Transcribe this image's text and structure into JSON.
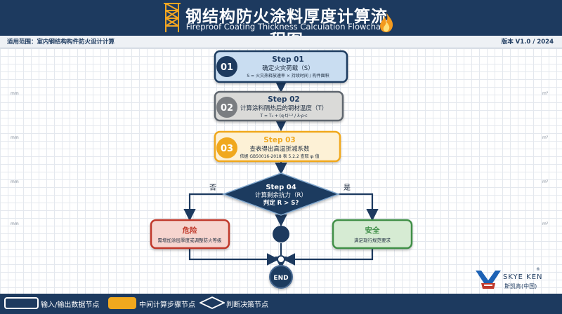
{
  "header": {
    "title_cn": "钢结构防火涂料厚度计算流程图",
    "title_en": "Fireproof Coating Thickness Calculation Flowchart",
    "scope": "适用范围：室内钢结构构件防火设计计算",
    "version": "版本 V1.0 / 2024"
  },
  "flow": {
    "step1": {
      "num": "01",
      "title": "Step 01",
      "subtitle": "确定火灾荷载（S）",
      "formula": "S = 火灾热释放速率 × 持续时间 / 构件面积"
    },
    "step2": {
      "num": "02",
      "title": "Step 02",
      "subtitle": "计算涂料隔热后的钢材温度（T）",
      "formula": "T = T₀ + (q·t)¹·² / λ·ρ·c"
    },
    "step3": {
      "num": "03",
      "title": "Step 03",
      "subtitle": "查表得出高温折减系数",
      "formula": "依据 GB50016-2018 表 5.2.2 查取 φᵢ 值"
    },
    "step4": {
      "title": "Step 04",
      "line1": "计算剩余抗力（R）",
      "line2": "判定 R > S?"
    },
    "branch_no": "否",
    "branch_yes": "是",
    "danger": {
      "title": "危险",
      "text": "需增加涂层厚度或调整防火等级"
    },
    "safe": {
      "title": "安全",
      "text": "满足现行规范要求"
    },
    "end": "END"
  },
  "side_labels": {
    "left": "mm",
    "right": "m²"
  },
  "logo": {
    "name": "SKYE KEN",
    "cn": "斯凯肯(中国)",
    "mark": "®"
  },
  "legend": {
    "io": "输入/输出数据节点",
    "calc": "中间计算步骤节点",
    "decision": "判断决策节点"
  },
  "colors": {
    "navy": "#1d3a5f",
    "blue_fill": "#c9ddf1",
    "gray_fill": "#dadad8",
    "orange": "#f0a81e",
    "orange_fill": "#fdf1d6",
    "danger_red": "#c0392b",
    "danger_fill": "#f6d5cf",
    "safe_green": "#3f8f47",
    "safe_fill": "#d6ebd3"
  }
}
